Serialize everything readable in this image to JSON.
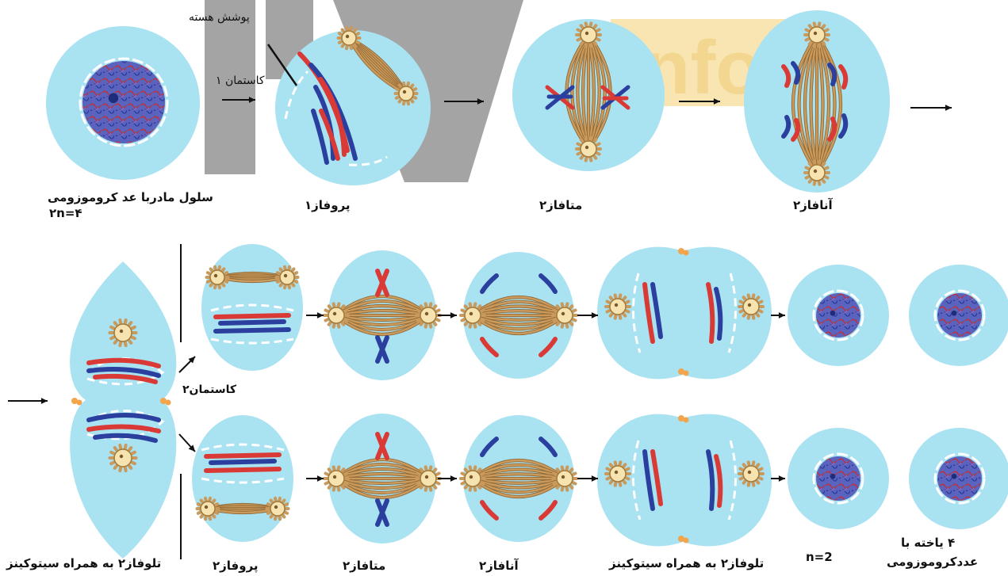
{
  "watermark": {
    "text": "info",
    "color": "#f3d489"
  },
  "colors": {
    "cell": "#a9e2f1",
    "nucleus": "#5560b8",
    "chromosome_red": "#d93a35",
    "chromosome_blue": "#2b3f9e",
    "spindle": "#c99a5c",
    "centrosome": "#f7e3b0",
    "contractile_ring": "#f2a54a",
    "membrane_dash": "#ffffff"
  },
  "labels": {
    "nuclear_envelope": "پوشش هسته",
    "meiosis1": "کاستمان ۱",
    "meiosis2": "کاستمان۲",
    "mother_cell_line1": "سلول مادربا عد کروموزومی",
    "mother_cell_line2": "۲n=۴",
    "prophase1": "پروفاز۱",
    "metaphase_top": "متافاز۲",
    "anaphase_top": "آنافاز۲",
    "telophase_left": "تلوفاز۲ به همراه سیتوکینز",
    "prophase2": "پروفاز۲",
    "metaphase2": "متافاز۲",
    "anaphase2": "آنافاز۲",
    "telophase2": "تلوفاز۲ به همراه سیتوکینز",
    "haploid": "n=2",
    "four_cells_line1": "۴ یاخته با",
    "four_cells_line2": "عددکروموزومی"
  }
}
